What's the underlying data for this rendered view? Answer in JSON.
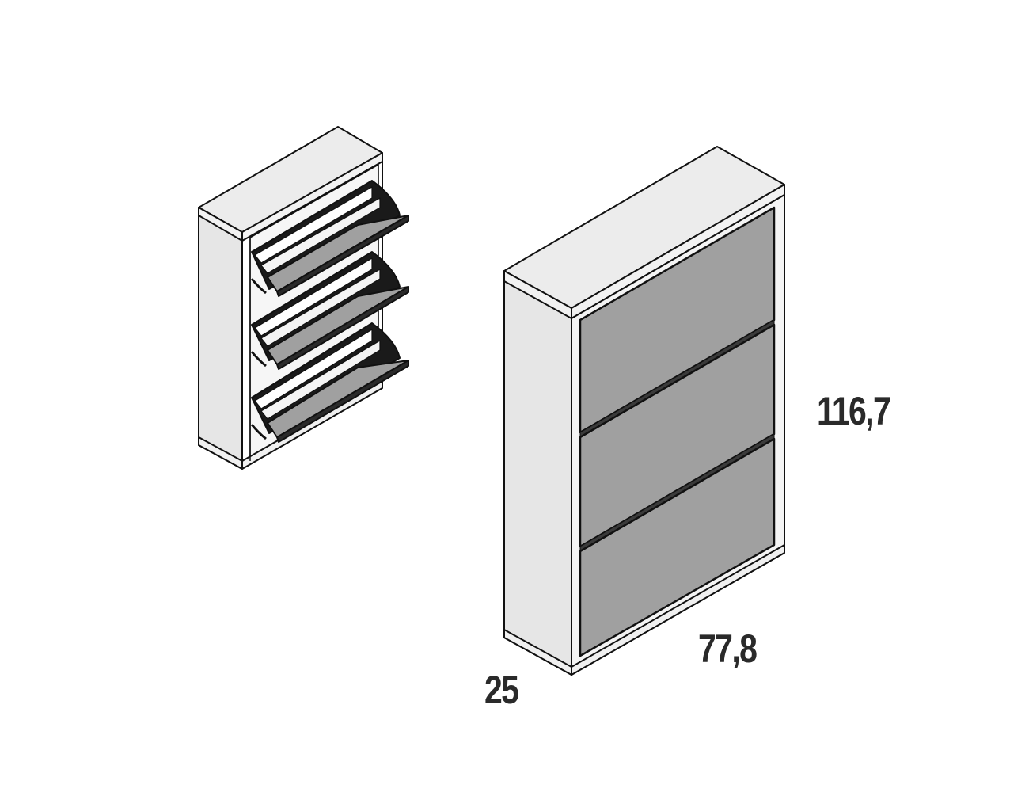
{
  "diagram": {
    "subject": "shoe cabinet with three tilting compartments",
    "views": [
      {
        "id": "open-view",
        "description": "isometric view with three compartments tilted open"
      },
      {
        "id": "closed-view",
        "description": "isometric view with three compartments closed"
      }
    ],
    "compartments": 3,
    "dimensions": {
      "height": "116,7",
      "width": "77,8",
      "depth": "25"
    },
    "colors": {
      "body": "#e8e8e8",
      "top": "#ececec",
      "front_panel": "#a0a0a0",
      "outline": "#111111",
      "label": "#2a2a2a"
    }
  }
}
